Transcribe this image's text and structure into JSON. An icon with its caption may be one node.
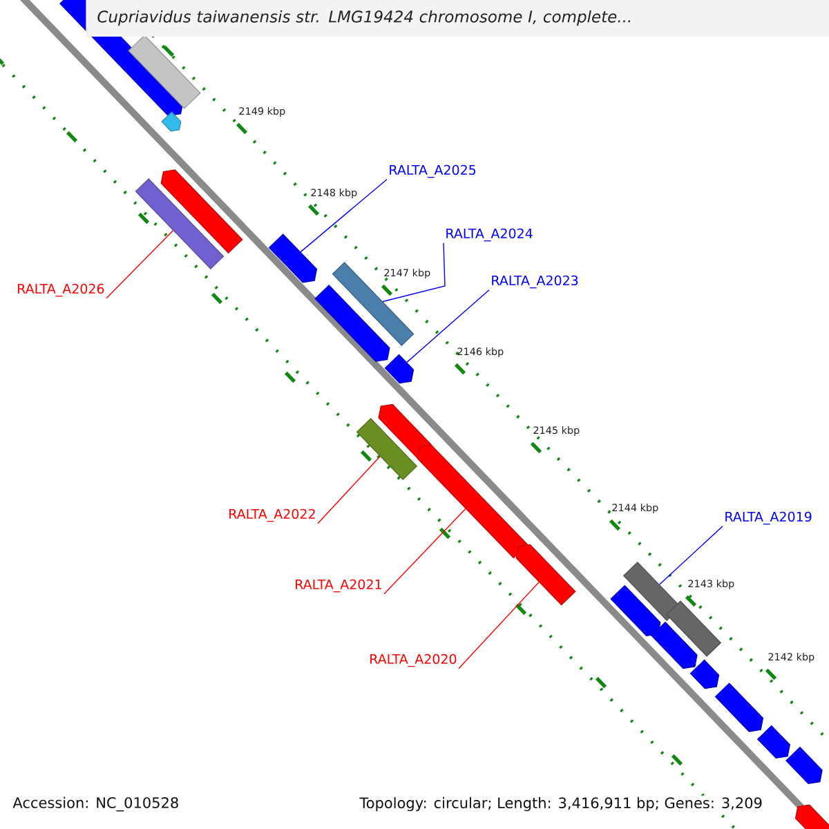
{
  "diagram": {
    "title": "Cupriavidus taiwanensis str. LMG19424 chromosome I, complete...",
    "nodes": [
      {
        "text": [
          "RALTA_A2025"
        ]
      },
      {
        "text": [
          "RALTA_A2024"
        ]
      },
      {
        "text": [
          "RALTA_A2023"
        ]
      },
      {
        "text": [
          "RALTA_A2026"
        ]
      },
      {
        "text": [
          "RALTA_A2022"
        ]
      },
      {
        "text": [
          "RALTA_A2019"
        ]
      },
      {
        "text": [
          "RALTA_A2021"
        ]
      },
      {
        "text": [
          "RALTA_A2020"
        ]
      },
      {
        "text": [],
        "shape": "pentagon"
      },
      {
        "text": [],
        "shape": "bar"
      },
      {
        "text": [],
        "shape": "pentagon"
      },
      {
        "text": [],
        "shape": "bar"
      },
      {
        "text": [],
        "shape": "pentagon"
      },
      {
        "text": [],
        "shape": "pentagon"
      },
      {
        "text": [],
        "shape": "bar"
      },
      {
        "text": [],
        "shape": "pentagon"
      },
      {
        "text": [],
        "shape": "pentagon"
      },
      {
        "text": [],
        "shape": "bar"
      },
      {
        "text": [],
        "shape": "pentagon"
      },
      {
        "text": [],
        "shape": "pentagon"
      },
      {
        "text": [],
        "shape": "pentagon"
      },
      {
        "text": [],
        "shape": "bar"
      },
      {
        "text": [],
        "shape": "bar"
      },
      {
        "text": [],
        "shape": "pentagon"
      },
      {
        "text": [],
        "shape": "pentagon"
      },
      {
        "text": [],
        "shape": "pentagon"
      },
      {
        "text": [],
        "shape": "pentagon"
      },
      {
        "text": [],
        "shape": "pentagon"
      },
      {
        "text": [],
        "shape": "pentagon"
      },
      {
        "text": [],
        "shape": "pentagon"
      }
    ],
    "edges": [
      {
        "from": 0,
        "to": 13,
        "arrow": "none",
        "color": "#0000ff"
      },
      {
        "from": 1,
        "to": 14,
        "arrow": "none",
        "color": "#0000ff"
      },
      {
        "from": 2,
        "to": 16,
        "arrow": "none",
        "color": "#0000ff"
      },
      {
        "from": 3,
        "to": 11,
        "arrow": "none",
        "color": "#ff0000"
      },
      {
        "from": 4,
        "to": 17,
        "arrow": "none",
        "color": "#ff0000"
      },
      {
        "from": 5,
        "to": 21,
        "arrow": "none",
        "color": "#0000ff"
      },
      {
        "from": 6,
        "to": 19,
        "arrow": "none",
        "color": "#ff0000"
      },
      {
        "from": 7,
        "to": 20,
        "arrow": "none",
        "color": "#ff0000"
      }
    ],
    "labels": [
      "2149 kbp",
      "2148 kbp",
      "2147 kbp",
      "2146 kbp",
      "2145 kbp",
      "2144 kbp",
      "2143 kbp",
      "2142 kbp",
      "Accession: NC_010528",
      "Topology: circular; Length: 3,416,911 bp; Genes: 3,209"
    ]
  }
}
